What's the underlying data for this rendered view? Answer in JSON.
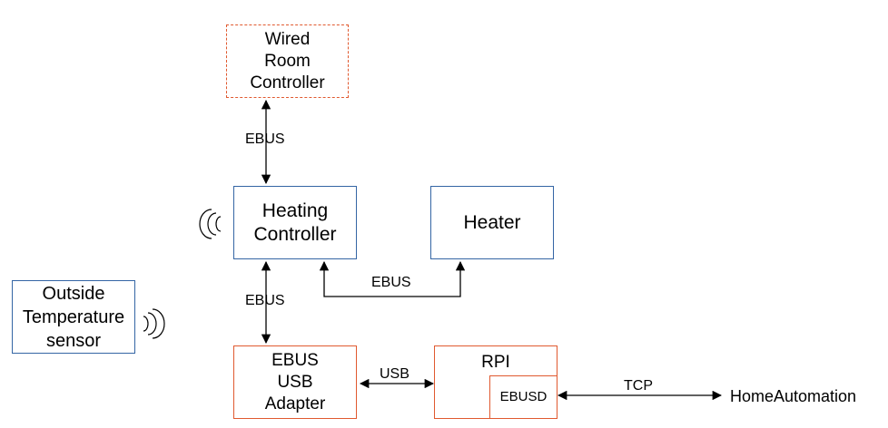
{
  "nodes": {
    "wired_room_controller": "Wired\nRoom\nController",
    "heating_controller": "Heating\nController",
    "heater": "Heater",
    "outside_sensor": "Outside\nTemperature\nsensor",
    "ebus_usb_adapter": "EBUS\nUSB\nAdapter",
    "rpi": "RPI",
    "ebusd": "EBUSD",
    "home_automation": "HomeAutomation"
  },
  "edges": {
    "room_to_controller": "EBUS",
    "controller_to_adapter": "EBUS",
    "controller_to_heater": "EBUS",
    "adapter_to_rpi": "USB",
    "ebusd_to_home": "TCP"
  },
  "colors": {
    "line": "#000000",
    "blue_border": "#3465a4",
    "orange_border": "#e0592f"
  }
}
